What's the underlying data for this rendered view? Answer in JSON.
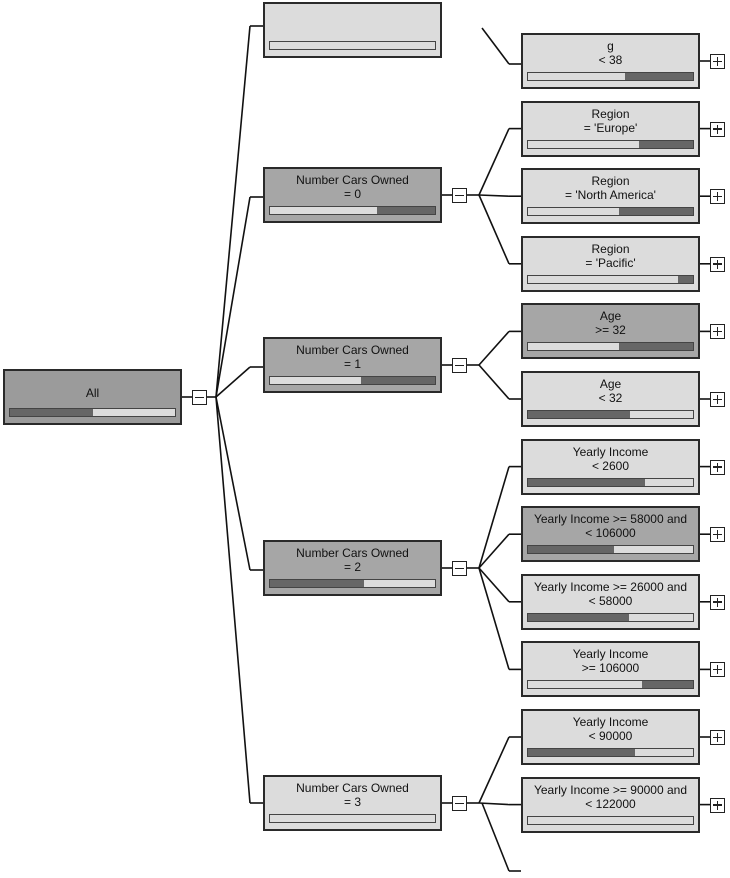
{
  "root": {
    "label": "All",
    "shade": 4,
    "bar": 0.5,
    "inverted": true
  },
  "level1": [
    {
      "id": "partial-top",
      "label": "",
      "shade": 1,
      "bar": 1.0,
      "inverted": false
    },
    {
      "id": "cars-0",
      "label": "Number Cars Owned\n= 0",
      "shade": 3,
      "bar": 0.65,
      "inverted": false
    },
    {
      "id": "cars-1",
      "label": "Number Cars Owned\n= 1",
      "shade": 3,
      "bar": 0.55,
      "inverted": false
    },
    {
      "id": "cars-2",
      "label": "Number Cars Owned\n= 2",
      "shade": 3,
      "bar": 0.57,
      "inverted": true
    },
    {
      "id": "cars-3",
      "label": "Number Cars Owned\n= 3",
      "shade": 1,
      "bar": 1.0,
      "inverted": false
    }
  ],
  "level2": [
    {
      "id": "age-lt-38",
      "label": "g\n< 38",
      "shade": 1,
      "bar": 0.59,
      "inverted": false
    },
    {
      "id": "region-europe",
      "label": "Region\n= 'Europe'",
      "shade": 1,
      "bar": 0.67,
      "inverted": false
    },
    {
      "id": "region-na",
      "label": "Region\n= 'North America'",
      "shade": 1,
      "bar": 0.55,
      "inverted": false
    },
    {
      "id": "region-pacific",
      "label": "Region\n= 'Pacific'",
      "shade": 1,
      "bar": 0.91,
      "inverted": false
    },
    {
      "id": "age-ge-32",
      "label": "Age\n>= 32",
      "shade": 3,
      "bar": 0.55,
      "inverted": false
    },
    {
      "id": "age-lt-32",
      "label": "Age\n< 32",
      "shade": 1,
      "bar": 0.62,
      "inverted": true
    },
    {
      "id": "income-lt-2600",
      "label": "Yearly Income\n< 2600",
      "shade": 1,
      "bar": 0.71,
      "inverted": true
    },
    {
      "id": "income-58k-106k",
      "label": "Yearly Income >= 58000 and\n< 106000",
      "shade": 3,
      "bar": 0.52,
      "inverted": true
    },
    {
      "id": "income-26k-58k",
      "label": "Yearly Income >= 26000 and\n< 58000",
      "shade": 1,
      "bar": 0.61,
      "inverted": true
    },
    {
      "id": "income-ge-106k",
      "label": "Yearly Income\n>= 106000",
      "shade": 1,
      "bar": 0.69,
      "inverted": false
    },
    {
      "id": "income-lt-90k",
      "label": "Yearly Income\n< 90000",
      "shade": 1,
      "bar": 0.65,
      "inverted": true
    },
    {
      "id": "income-90k-122k",
      "label": "Yearly Income >= 90000 and\n< 122000",
      "shade": 1,
      "bar": 1.0,
      "inverted": false
    }
  ],
  "toggles": {
    "collapse": "minus-icon",
    "expand": "plus-icon"
  }
}
